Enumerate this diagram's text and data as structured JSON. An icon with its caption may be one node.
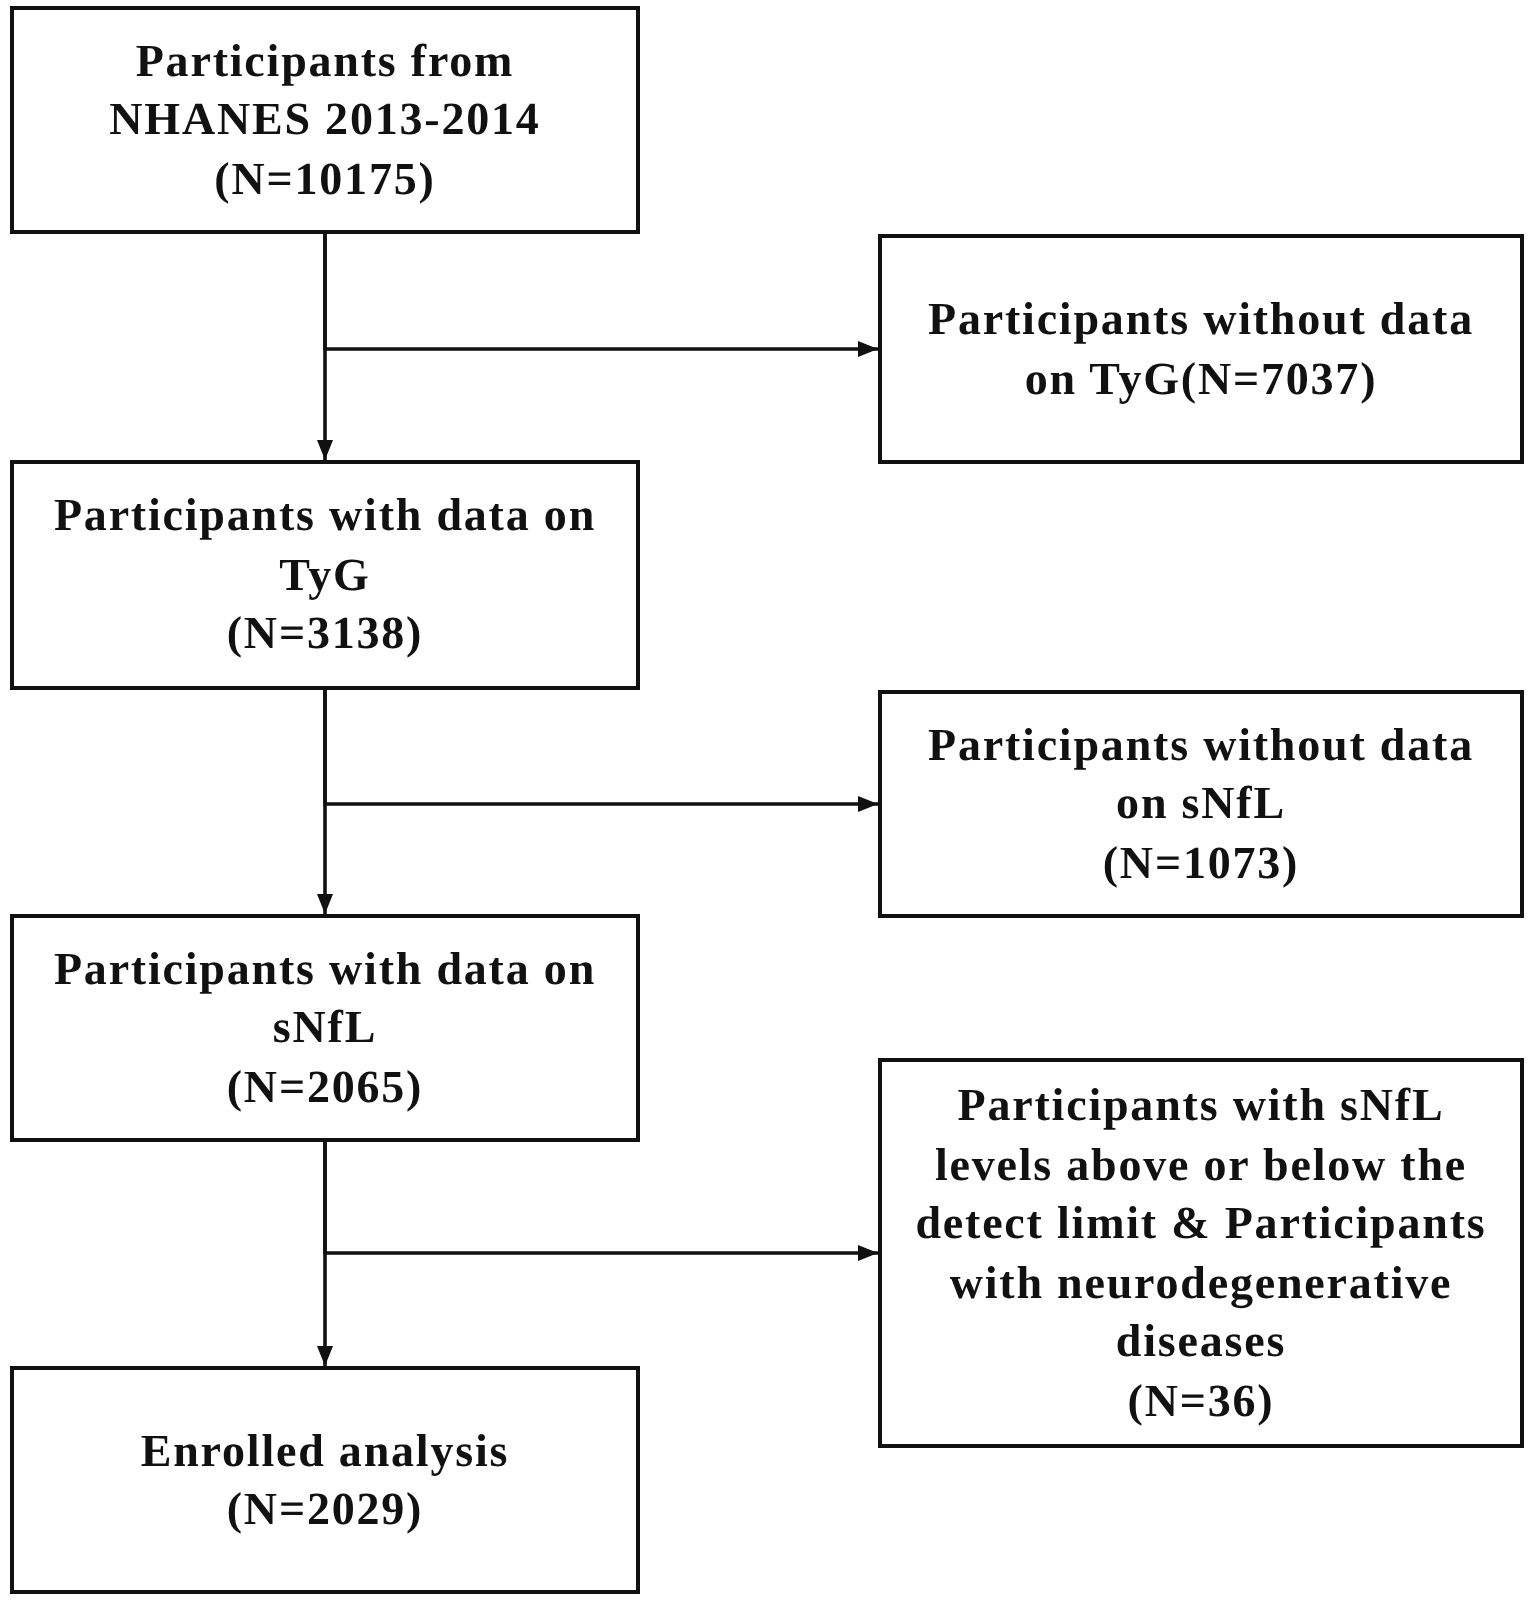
{
  "diagram": {
    "nodes": [
      {
        "text": [
          "Participants from NHANES 2013-2014",
          "(N=10175)"
        ]
      },
      {
        "text": [
          "Participants without data on TyG(N=7037)"
        ]
      },
      {
        "text": [
          "Participants with data on TyG",
          "(N=3138)"
        ]
      },
      {
        "text": [
          "Participants without data on sNfL",
          "(N=1073)"
        ]
      },
      {
        "text": [
          "Participants with data on sNfL",
          "(N=2065)"
        ]
      },
      {
        "text": [
          "Participants with sNfL levels above or below the detect limit & Participants with neurodegenerative diseases",
          "(N=36)"
        ]
      },
      {
        "text": [
          "Enrolled analysis",
          "(N=2029)"
        ]
      }
    ],
    "edges": [
      {
        "from": 0,
        "to": 2,
        "arrow": "to"
      },
      {
        "from": 0,
        "to": 1,
        "arrow": "to"
      },
      {
        "from": 2,
        "to": 4,
        "arrow": "to"
      },
      {
        "from": 2,
        "to": 3,
        "arrow": "to"
      },
      {
        "from": 4,
        "to": 6,
        "arrow": "to"
      },
      {
        "from": 4,
        "to": 5,
        "arrow": "to"
      }
    ]
  }
}
